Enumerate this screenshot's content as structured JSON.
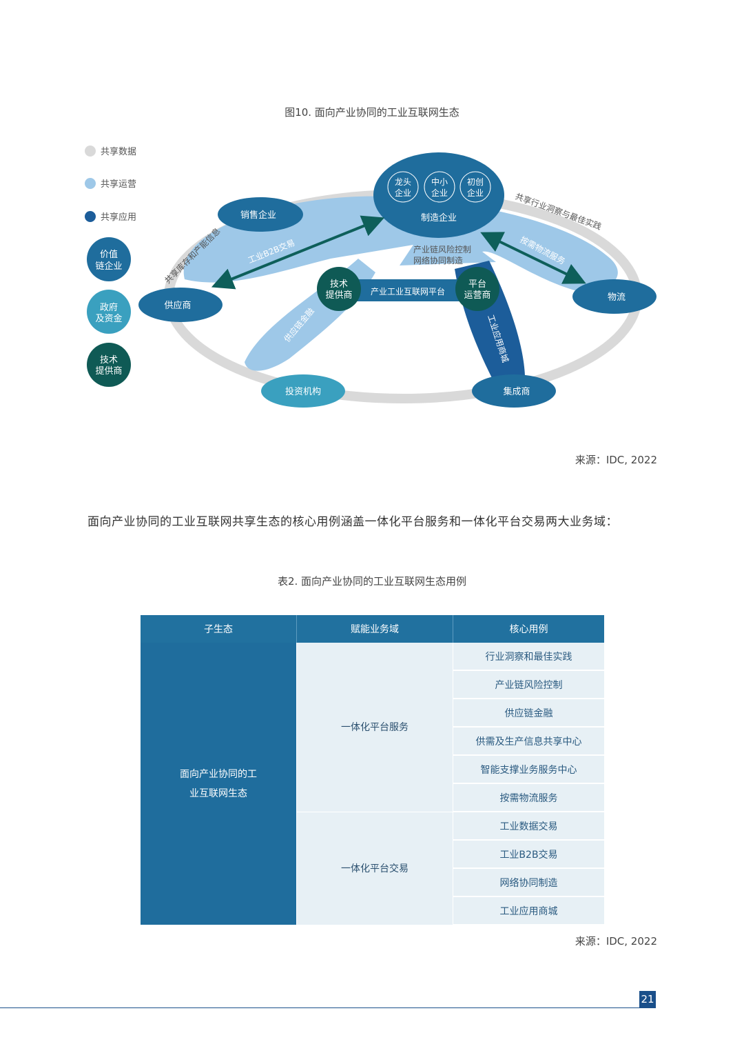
{
  "figure": {
    "caption": "图10. 面向产业协同的工业互联网生态",
    "legend": [
      {
        "label": "共享数据",
        "color": "#d9d9d9"
      },
      {
        "label": "共享运营",
        "color": "#9ec8e8"
      },
      {
        "label": "共享应用",
        "color": "#1c5d9a"
      }
    ],
    "roles": [
      {
        "line1": "价值",
        "line2": "链企业",
        "color": "#1f6d9d"
      },
      {
        "line1": "政府",
        "line2": "及资金",
        "color": "#3aa0bf"
      },
      {
        "line1": "技术",
        "line2": "提供商",
        "color": "#0f5a55"
      }
    ],
    "nodes": {
      "sales": "销售企业",
      "supplier": "供应商",
      "logistics": "物流",
      "investor": "投资机构",
      "integrator": "集成商",
      "manufacturer": "制造企业",
      "leader": [
        "龙头",
        "企业"
      ],
      "sme": [
        "中小",
        "企业"
      ],
      "startup": [
        "初创",
        "企业"
      ],
      "tech": [
        "技术",
        "提供商"
      ],
      "operator": [
        "平台",
        "运营商"
      ],
      "platform": "产业工业互联网平台"
    },
    "labels": {
      "b2b": "工业B2B交易",
      "inventory": "共享库存和产能信息",
      "insight": "共享行业洞察与最佳实践",
      "logistics_service": "按需物流服务",
      "risk": "产业链风险控制",
      "network": "网络协同制造",
      "finance": "供应链金融",
      "app_mall": "工业应用商城"
    },
    "source": "来源：IDC, 2022"
  },
  "paragraph": "面向产业协同的工业互联网共享生态的核心用例涵盖一体化平台服务和一体化平台交易两大业务域：",
  "table": {
    "caption": "表2. 面向产业协同的工业互联网生态用例",
    "headers": [
      "子生态",
      "赋能业务域",
      "核心用例"
    ],
    "sub_ecosystem": [
      "面向产业协同的工",
      "业互联网生态"
    ],
    "domains": [
      "一体化平台服务",
      "一体化平台交易"
    ],
    "use_cases": [
      "行业洞察和最佳实践",
      "产业链风险控制",
      "供应链金融",
      "供需及生产信息共享中心",
      "智能支撑业务服务中心",
      "按需物流服务",
      "工业数据交易",
      "工业B2B交易",
      "网络协同制造",
      "工业应用商城"
    ],
    "source": "来源：IDC, 2022"
  },
  "page_number": "21"
}
